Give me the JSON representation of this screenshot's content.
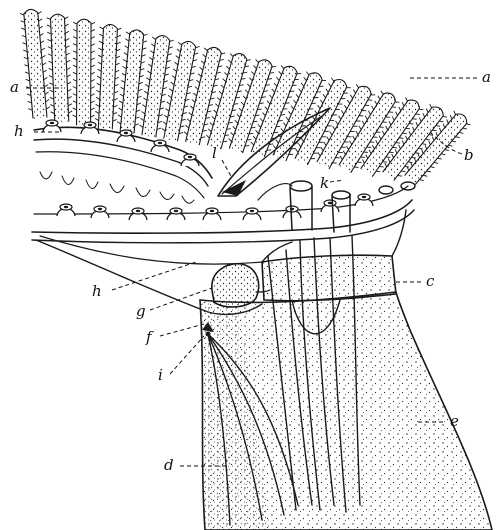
{
  "figure": {
    "labels": {
      "a_left": "a",
      "a_right": "a",
      "b": "b",
      "c": "c",
      "d": "d",
      "e": "e",
      "f": "f",
      "g": "g",
      "h_upper": "h",
      "h_lower": "h",
      "i": "i",
      "k": "k",
      "l": "l"
    }
  }
}
